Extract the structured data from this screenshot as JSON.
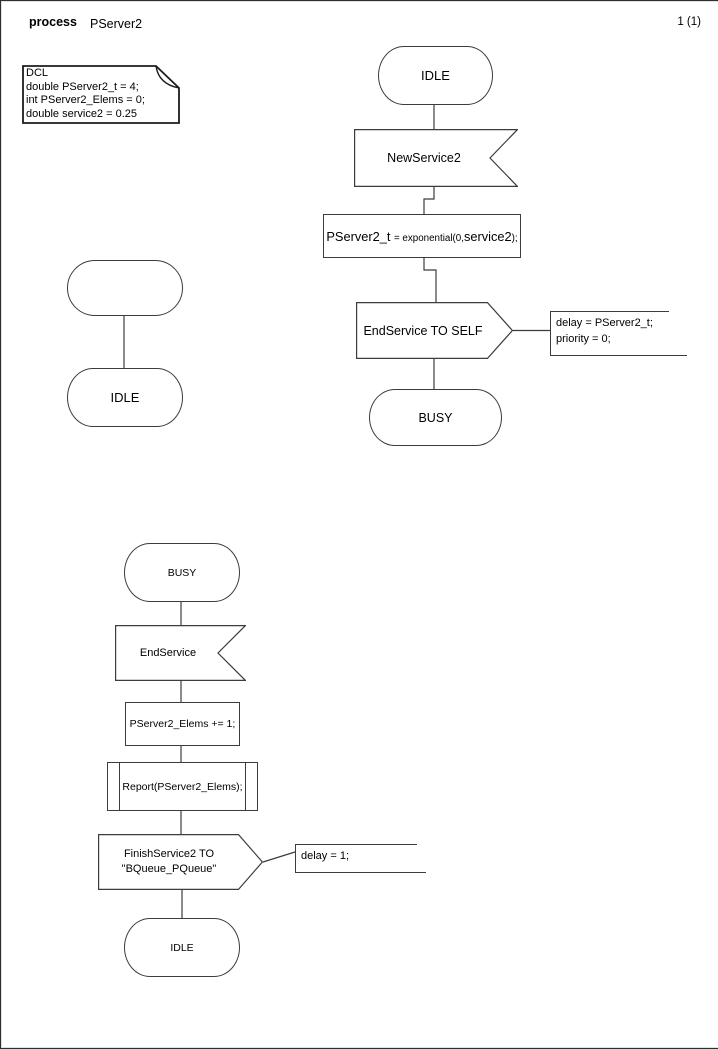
{
  "page": {
    "kind_label": "process",
    "process_name": "PServer2",
    "page_number": "1 (1)"
  },
  "colors": {
    "stroke": "#3c3c3c",
    "text": "#000000",
    "background": "#ffffff"
  },
  "declaration": {
    "lines": [
      "DCL",
      "double PServer2_t = 4;",
      "int PServer2_Elems = 0;",
      "double service2 = 0.25"
    ]
  },
  "start_column": {
    "state_label": "IDLE"
  },
  "flow_new_service": {
    "state_top": "IDLE",
    "input_signal": "NewService2",
    "task_parts": {
      "large_1": "PServer2_t ",
      "small_1": "= exponential(0,",
      "large_2": "service2",
      "small_2": ");"
    },
    "output_signal": "EndService TO SELF",
    "comment_lines": [
      "delay = PServer2_t;",
      "priority = 0;"
    ],
    "state_bottom": "BUSY"
  },
  "flow_end_service": {
    "state_top": "BUSY",
    "input_signal": "EndService",
    "task": "PServer2_Elems += 1;",
    "procedure_call": "Report(PServer2_Elems);",
    "output_lines": [
      "FinishService2 TO",
      "\"BQueue_PQueue\""
    ],
    "comment": "delay = 1;",
    "state_bottom": "IDLE"
  }
}
